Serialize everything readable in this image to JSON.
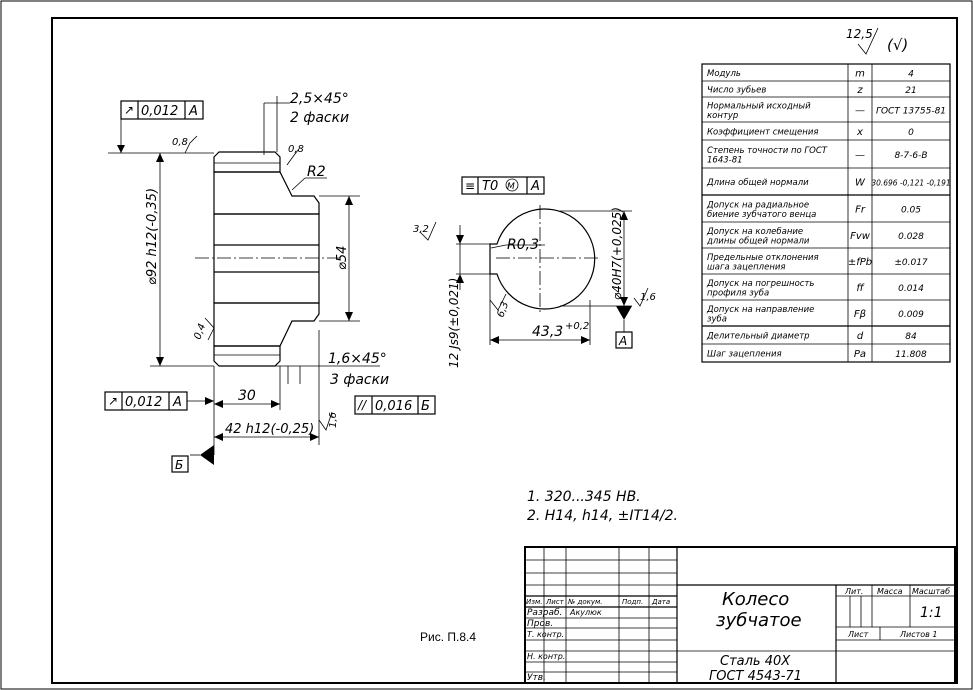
{
  "roughness": {
    "value": "12,5",
    "other": "(√)"
  },
  "params": [
    {
      "name": "Модуль",
      "sym": "m",
      "val": "4"
    },
    {
      "name": "Число зубьев",
      "sym": "z",
      "val": "21"
    },
    {
      "name": "Нормальный исходный контур",
      "sym": "—",
      "val": "ГОСТ 13755-81"
    },
    {
      "name": "Коэффициент смещения",
      "sym": "x",
      "val": "0"
    },
    {
      "name": "Степень точности по ГОСТ 1643-81",
      "sym": "—",
      "val": "8-7-6-B"
    },
    {
      "name": "Длина общей нормали",
      "sym": "W",
      "val": "30.696 -0,121 -0,191"
    },
    {
      "name": "Допуск на радиальное биение зубчатого венца",
      "sym": "Fr",
      "val": "0.05"
    },
    {
      "name": "Допуск на колебание длины общей нормали",
      "sym": "Fvw",
      "val": "0.028"
    },
    {
      "name": "Предельные отклонения шага зацепления",
      "sym": "±fPb",
      "val": "±0.017"
    },
    {
      "name": "Допуск на погрешность профиля зуба",
      "sym": "ff",
      "val": "0.014"
    },
    {
      "name": "Допуск на направление зуба",
      "sym": "Fβ",
      "val": "0.009"
    },
    {
      "name": "Делительный диаметр",
      "sym": "d",
      "val": "84"
    },
    {
      "name": "Шаг зацепления",
      "sym": "Pa",
      "val": "11.808"
    }
  ],
  "dims": {
    "chamfer1": "2,5×45°",
    "chamfer1b": "2 фаски",
    "chamfer2": "1,6×45°",
    "chamfer2b": "3 фаски",
    "radius2": "R2",
    "radius03": "R0,3",
    "dia92": "⌀92 h12(-0,35)",
    "dia54": "⌀54",
    "dia40": "⌀40H7(+0,025)",
    "w30": "30",
    "w42": "42 h12(-0,25)",
    "w43": "43,3",
    "w43tol": "+0,2",
    "keyway": "12 Js9(±0,021)",
    "r08a": "0,8",
    "r08b": "0,8",
    "r04": "0,4",
    "r16a": "1,6",
    "r16b": "1,6",
    "r32": "3,2",
    "r63": "6,3"
  },
  "tolerances": {
    "runout_top": {
      "sym": "↗",
      "val": "0,012",
      "base": "A"
    },
    "runout_bottom": {
      "sym": "↗",
      "val": "0,012",
      "base": "A"
    },
    "parallel": {
      "sym": "//",
      "val": "0,016",
      "base": "Б"
    },
    "symmetry": {
      "sym": "≡",
      "val": "T0",
      "m": "M",
      "base": "A"
    },
    "datum_a": "A",
    "datum_b": "Б"
  },
  "notes": [
    "1. 320...345 HB.",
    "2. H14, h14, ±IT14/2."
  ],
  "caption": "Рис. П.8.4",
  "titleblock": {
    "name1": "Колесо",
    "name2": "зубчатое",
    "material1": "Сталь 40Х",
    "material2": "ГОСТ 4543-71",
    "lit": "Лит.",
    "mass": "Масса",
    "scale_hdr": "Масштаб",
    "scale": "1:1",
    "sheet": "Лист",
    "sheets": "Листов 1",
    "izm": "Изм.",
    "list": "Лист",
    "doc": "№ докум.",
    "sign": "Подп.",
    "date": "Дата",
    "razrab": "Разраб.",
    "author": "Акулюк",
    "prov": "Пров.",
    "tkontr": "Т. контр.",
    "nkontr": "Н. контр.",
    "utv": "Утв."
  }
}
